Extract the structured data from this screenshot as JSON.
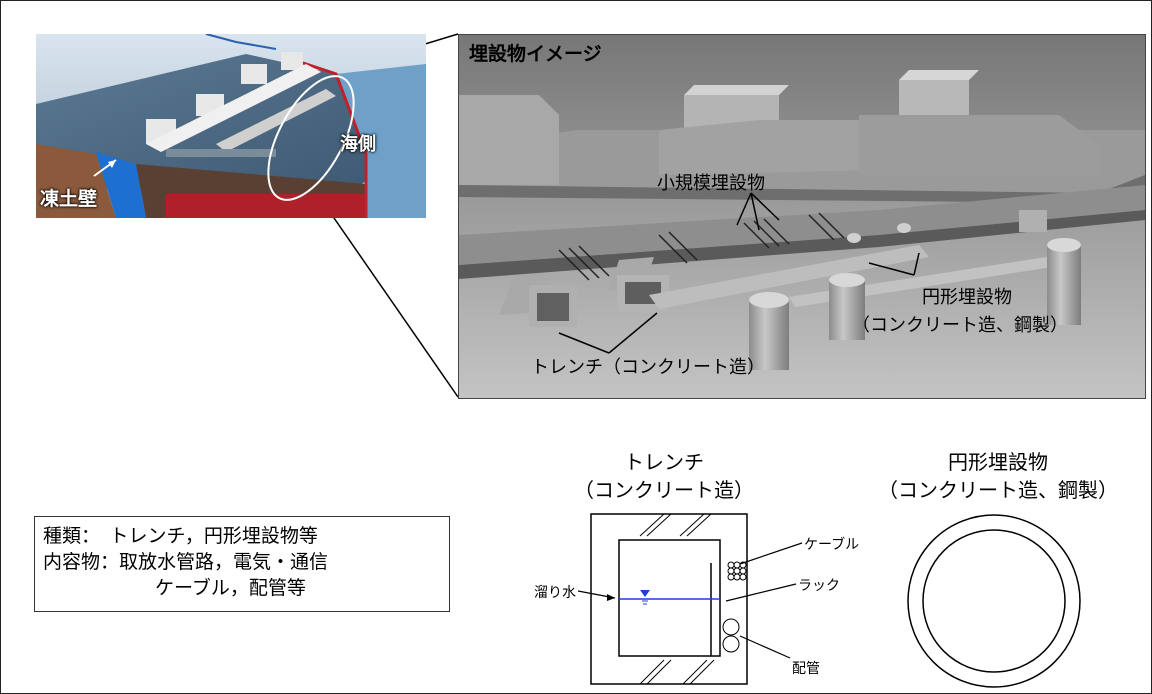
{
  "aerial": {
    "sea_side_label": "海側",
    "frozen_wall_label": "凍土壁"
  },
  "render": {
    "title": "埋設物イメージ",
    "small_buried_label": "小規模埋設物",
    "circular_buried_label_1": "円形埋設物",
    "circular_buried_label_2": "（コンクリート造、鋼製）",
    "trench_label": "トレンチ（コンクリート造）"
  },
  "info_box": {
    "line1": "種類：　トレンチ，円形埋設物等",
    "line2": "内容物：取放水管路，電気・通信",
    "line3": "ケーブル，配管等"
  },
  "trench_diagram": {
    "title_1": "トレンチ",
    "title_2": "（コンクリート造）",
    "label_water": "溜り水",
    "label_cable": "ケーブル",
    "label_rack": "ラック",
    "label_pipe": "配管"
  },
  "circular_diagram": {
    "title_1": "円形埋設物",
    "title_2": "（コンクリート造、鋼製）"
  },
  "colors": {
    "water_line": "#1f3fd6",
    "frozen_wall": "#1d6fd0",
    "render_bg": "#8a8a8a"
  }
}
